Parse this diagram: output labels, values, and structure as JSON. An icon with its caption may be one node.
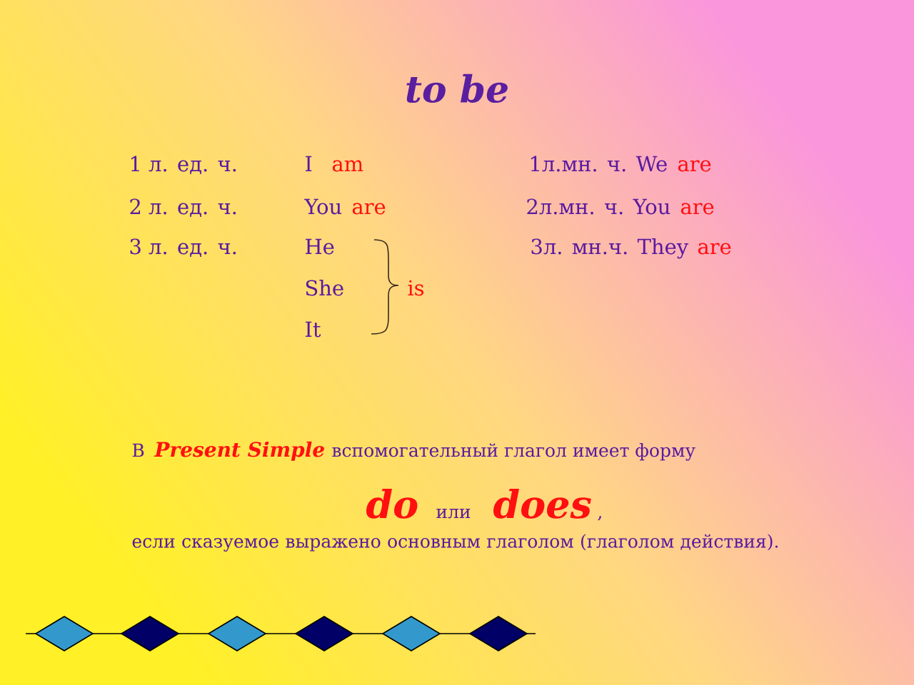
{
  "diagram": {
    "title": "to be",
    "labels": [
      "1 л. ед. ч.",
      "I",
      "am",
      "1л.мн. ч. We",
      "are",
      "2 л. ед. ч.",
      "You",
      "are",
      "2л.мн. ч. You",
      "are",
      "3 л. ед. ч.",
      "He",
      "3л. мн.ч. They",
      "are",
      "She",
      "is",
      "It",
      "В",
      "Present Simple",
      "вспомогательный глагол имеет форму",
      "do",
      "или",
      "does",
      ",",
      "если сказуемое выражено основным глаголом (глаголом действия)."
    ]
  }
}
